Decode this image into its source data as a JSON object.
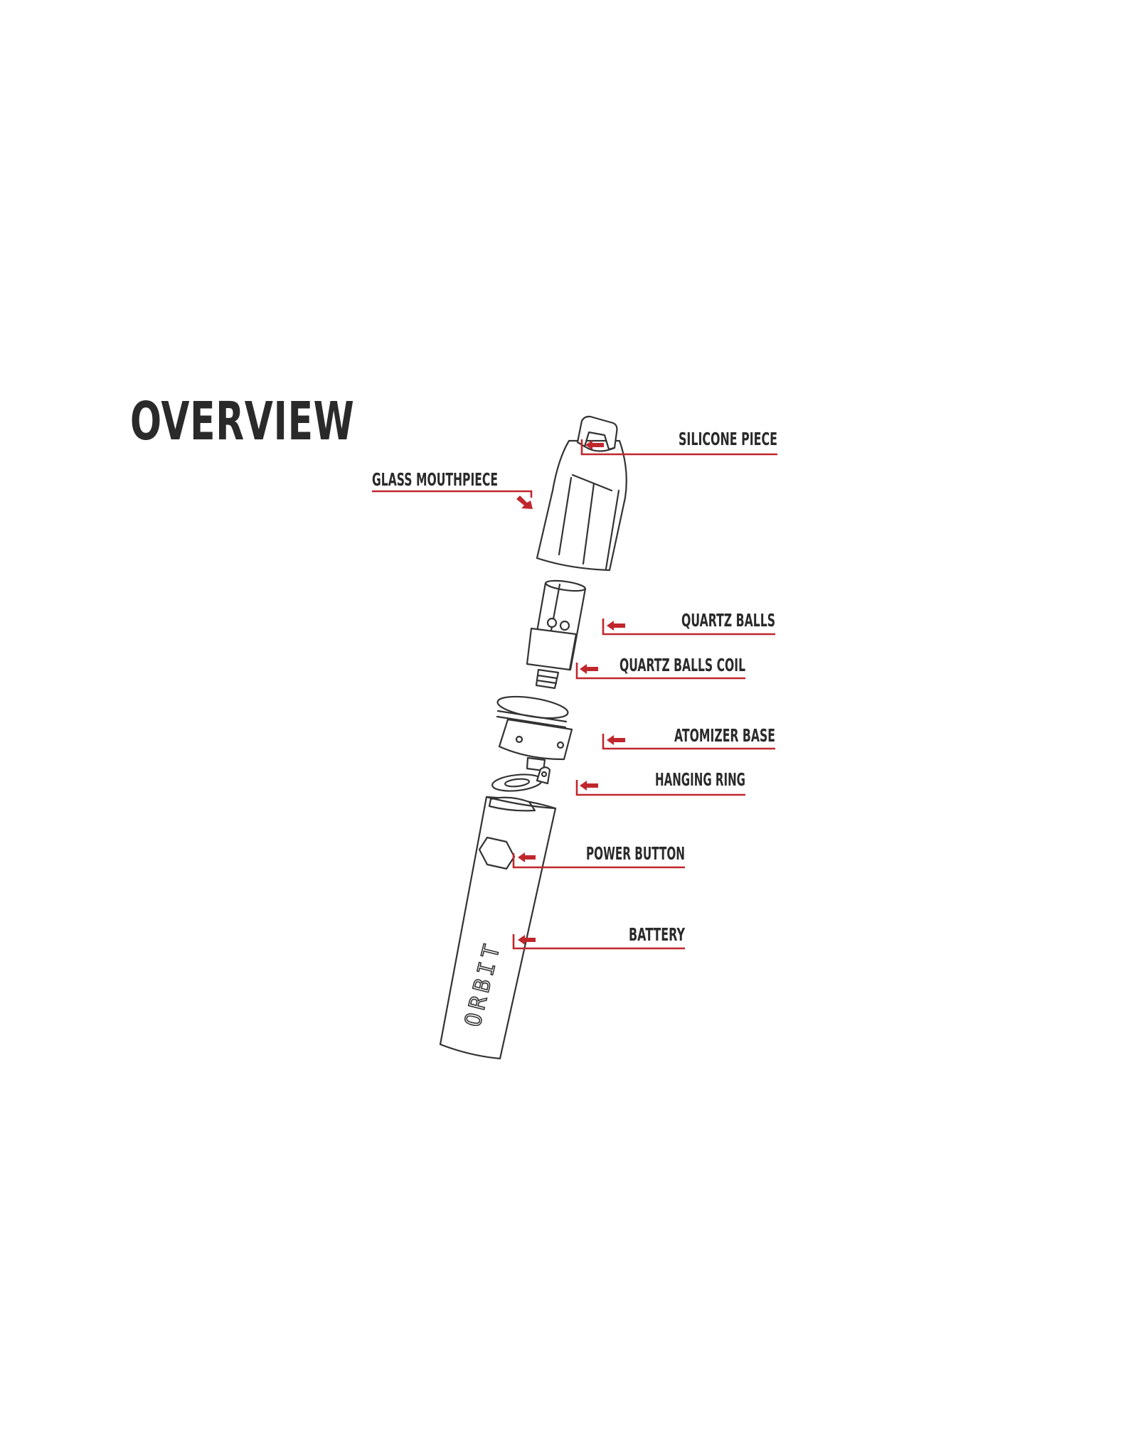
{
  "page": {
    "title": "OVERVIEW"
  },
  "brand": {
    "text": "ORBIT"
  },
  "colors": {
    "accent": "#c0272d",
    "ink": "#2a2a2a"
  },
  "labels": {
    "silicone_piece": "SILICONE PIECE",
    "glass_mouthpiece": "GLASS MOUTHPIECE",
    "quartz_balls": "QUARTZ BALLS",
    "quartz_balls_coil": "QUARTZ BALLS COIL",
    "atomizer_base": "ATOMIZER BASE",
    "hanging_ring": "HANGING RING",
    "power_button": "POWER BUTTON",
    "battery": "BATTERY"
  },
  "icons": {
    "pointer": "red-arrow-icon"
  }
}
